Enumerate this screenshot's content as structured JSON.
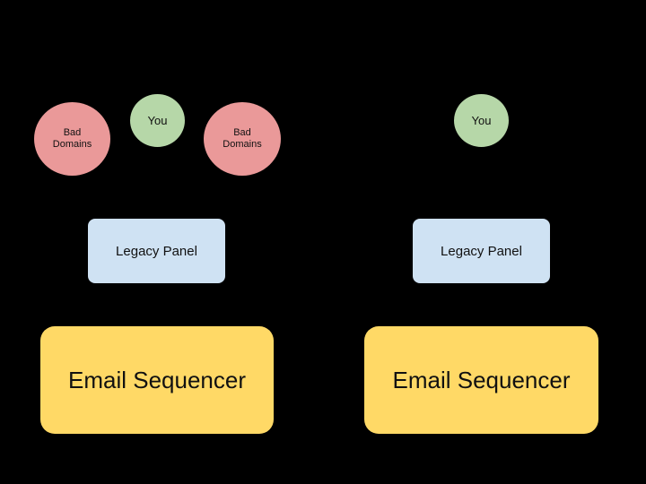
{
  "colors": {
    "background": "#000000",
    "bad_domain": "#EA9999",
    "you": "#B6D7A8",
    "legacy_panel": "#CFE2F3",
    "email_sequencer": "#FFD966"
  },
  "left": {
    "bad_domain_1": {
      "line1": "Bad",
      "line2": "Domains"
    },
    "you": "You",
    "bad_domain_2": {
      "line1": "Bad",
      "line2": "Domains"
    },
    "legacy_panel": "Legacy Panel",
    "email_sequencer": "Email Sequencer"
  },
  "right": {
    "you": "You",
    "legacy_panel": "Legacy Panel",
    "email_sequencer": "Email Sequencer"
  }
}
